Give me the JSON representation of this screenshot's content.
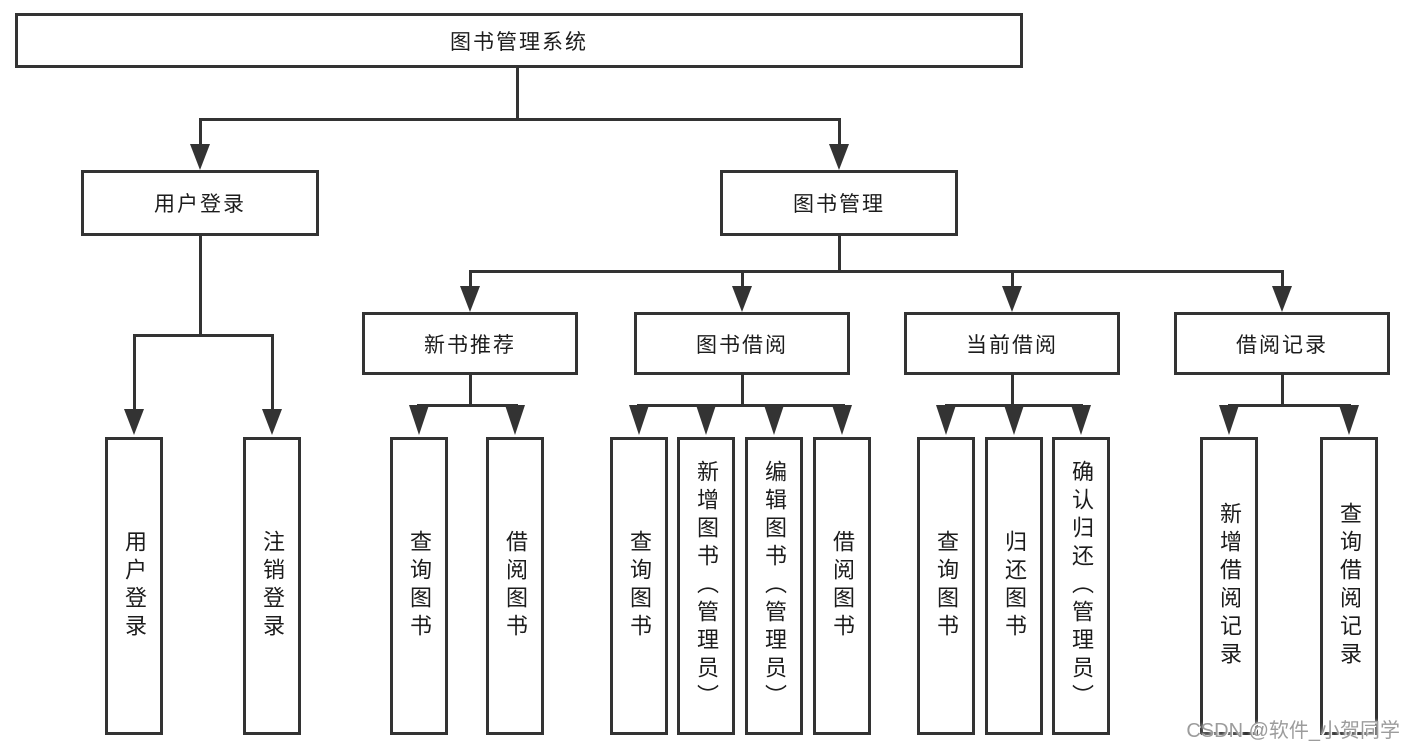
{
  "tree": {
    "label": "图书管理系统",
    "children": [
      {
        "label": "用户登录",
        "children": [
          {
            "label": "用户登录"
          },
          {
            "label": "注销登录"
          }
        ]
      },
      {
        "label": "图书管理",
        "children": [
          {
            "label": "新书推荐",
            "children": [
              {
                "label": "查询图书"
              },
              {
                "label": "借阅图书"
              }
            ]
          },
          {
            "label": "图书借阅",
            "children": [
              {
                "label": "查询图书"
              },
              {
                "label": "新增图书（管理员）"
              },
              {
                "label": "编辑图书（管理员）"
              },
              {
                "label": "借阅图书"
              }
            ]
          },
          {
            "label": "当前借阅",
            "children": [
              {
                "label": "查询图书"
              },
              {
                "label": "归还图书"
              },
              {
                "label": "确认归还（管理员）"
              }
            ]
          },
          {
            "label": "借阅记录",
            "children": [
              {
                "label": "新增借阅记录"
              },
              {
                "label": "查询借阅记录"
              }
            ]
          }
        ]
      }
    ]
  },
  "watermark": {
    "text": "CSDN @软件_小贺同学"
  },
  "colors": {
    "line": "#333333",
    "box_background": "#ffffff",
    "text": "#1c1c1c",
    "watermark_text": "#9c9c9c"
  }
}
